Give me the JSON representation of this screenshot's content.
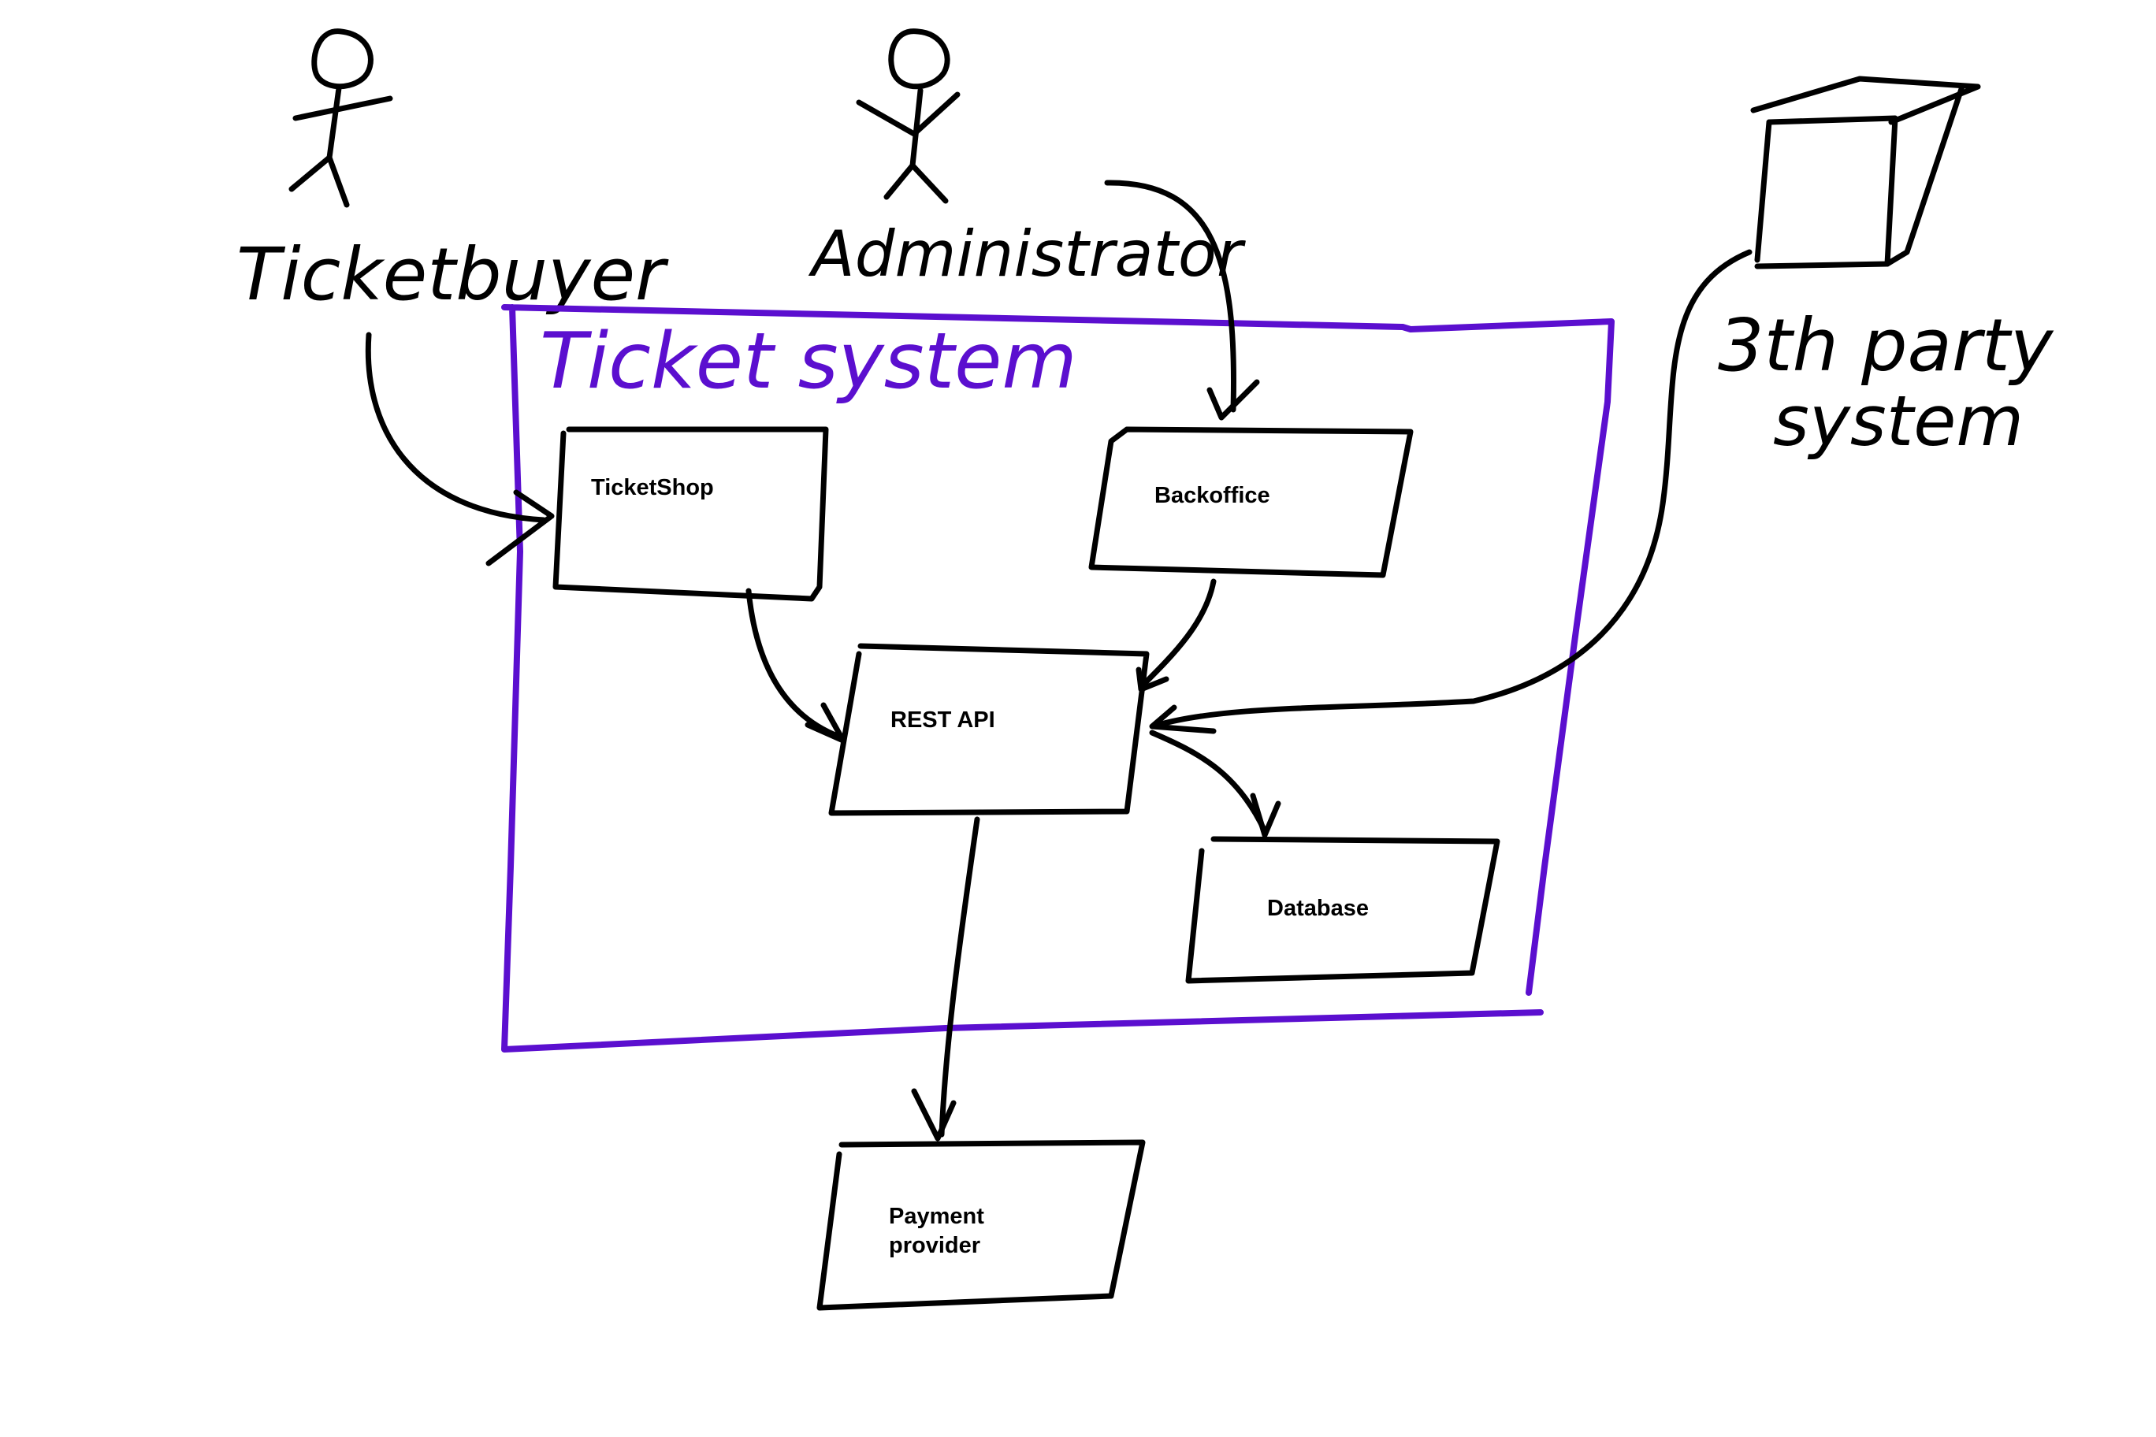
{
  "colors": {
    "ink": "#000000",
    "frame": "#5b0fcf",
    "background": "#ffffff"
  },
  "actors": {
    "ticketbuyer": {
      "label": "Ticketbuyer",
      "icon": "stick-figure-icon"
    },
    "administrator": {
      "label": "Administrator",
      "icon": "stick-figure-icon"
    },
    "third_party": {
      "label_line1": "3th party",
      "label_line2": "system",
      "icon": "cube-icon"
    }
  },
  "system": {
    "title": "Ticket system"
  },
  "components": {
    "ticketshop": "TicketShop",
    "backoffice": "Backoffice",
    "rest_api": "REST API",
    "database": "Database",
    "payment_line1": "Payment",
    "payment_line2": "provider"
  }
}
